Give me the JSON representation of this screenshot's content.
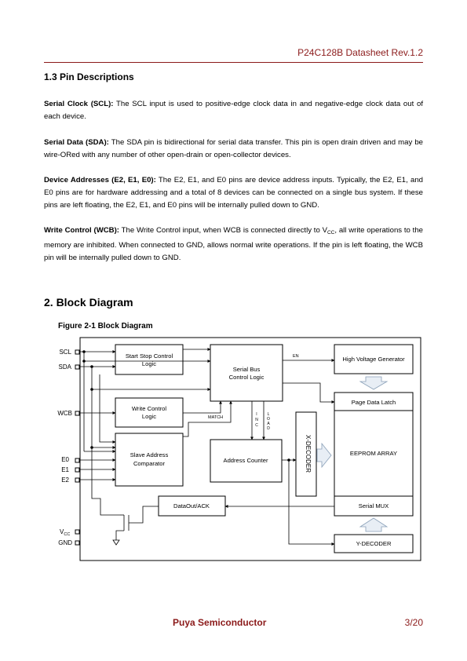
{
  "header": {
    "title": "P24C128B Datasheet Rev.1.2"
  },
  "section_1_3": {
    "heading": "1.3 Pin Descriptions",
    "paragraphs": [
      {
        "term": "Serial Clock (SCL):",
        "text": " The SCL input is used to positive-edge clock data in and negative-edge clock data out of each device."
      },
      {
        "term": "Serial Data (SDA):",
        "text": " The SDA pin is bidirectional for serial data transfer. This pin is open drain driven and may be wire-ORed with any number of other open-drain or open-collector devices."
      },
      {
        "term": "Device Addresses (E2, E1, E0):",
        "text": " The E2, E1, and E0 pins are device address inputs. Typically, the E2, E1, and E0 pins are for hardware addressing and a total of 8 devices can be connected on a single bus system. If these pins are left floating, the E2, E1, and E0 pins will be internally pulled down to GND."
      },
      {
        "term": "Write Control (WCB):",
        "text_before": " The Write Control input, when WCB is connected directly to V",
        "sub": "CC",
        "text_after": ", all write operations to the memory are inhibited. When connected to GND, allows normal write operations. If the pin is left floating, the WCB pin will be internally pulled down to GND."
      }
    ]
  },
  "section_2": {
    "heading": "2. Block Diagram",
    "figure_caption": "Figure 2-1 Block Diagram"
  },
  "block_diagram": {
    "pins": {
      "scl": "SCL",
      "sda": "SDA",
      "wcb": "WCB",
      "e0": "E0",
      "e1": "E1",
      "e2": "E2",
      "vcc_main": "V",
      "vcc_sub": "CC",
      "gnd": "GND"
    },
    "blocks": {
      "start_stop_1": "Start Stop Control",
      "start_stop_2": "Logic",
      "write_ctrl_1": "Write Control",
      "write_ctrl_2": "Logic",
      "slave_1": "Slave Address",
      "slave_2": "Comparator",
      "serial_bus_1": "Serial Bus",
      "serial_bus_2": "Control Logic",
      "address_counter": "Address Counter",
      "dataout": "DataOut/ACK",
      "hv_gen": "High Voltage Generator",
      "page_latch": "Page Data Latch",
      "eeprom": "EEPROM ARRAY",
      "serial_mux": "Serial MUX",
      "y_decoder": "Y-DECODER",
      "x_decoder": "X-DECODER"
    },
    "signals": {
      "en": "EN",
      "match": "MATCH",
      "inc": "INC",
      "load": "LOAD"
    }
  },
  "footer": {
    "company": "Puya  Semiconductor",
    "page": "3/20"
  }
}
